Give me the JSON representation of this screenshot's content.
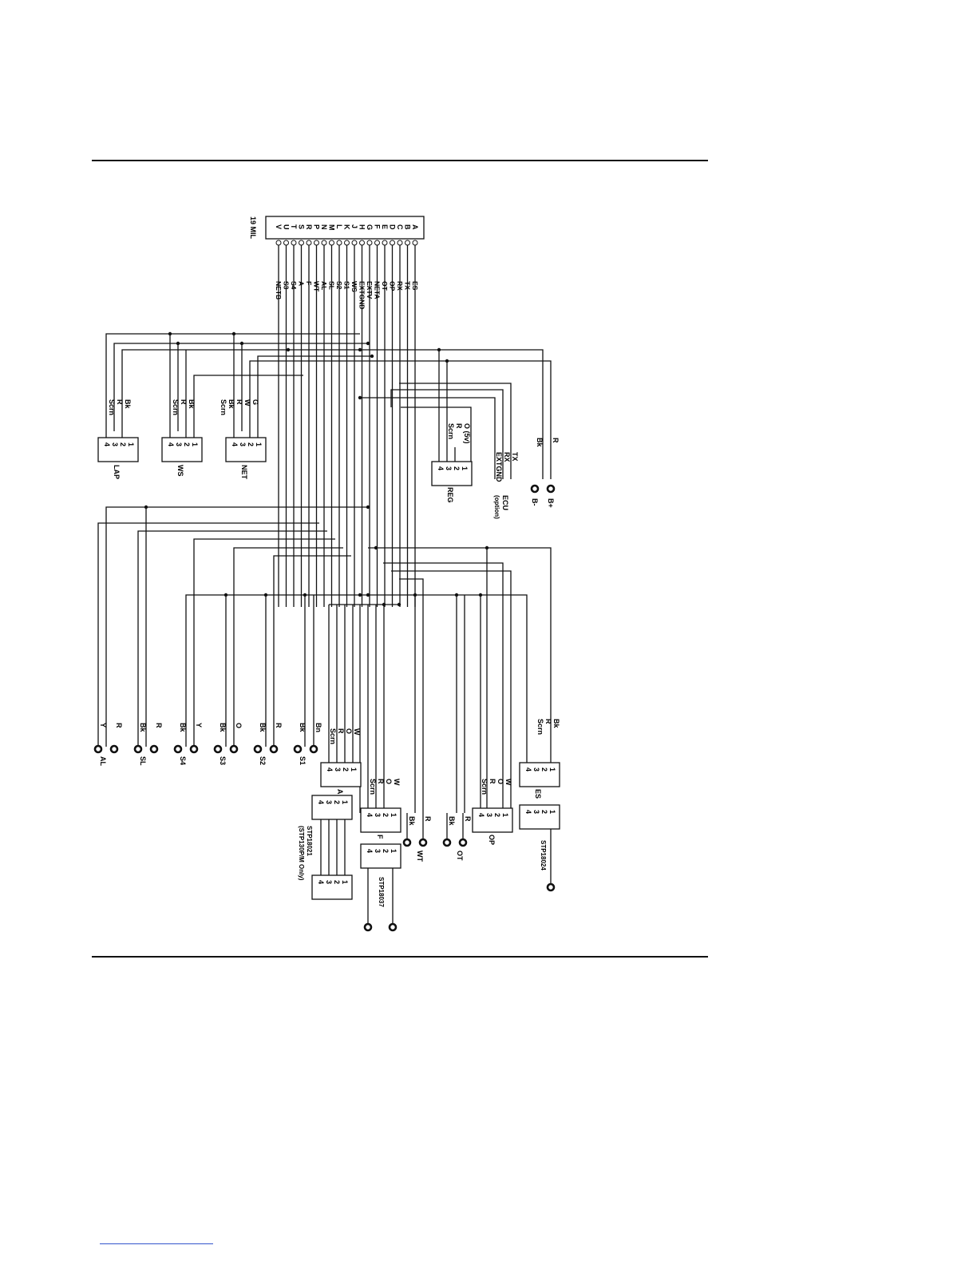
{
  "connector": {
    "label": "19 MIL",
    "pins": [
      "A",
      "B",
      "C",
      "D",
      "E",
      "F",
      "G",
      "H",
      "J",
      "K",
      "L",
      "M",
      "N",
      "P",
      "R",
      "S",
      "T",
      "U",
      "V"
    ],
    "signals": [
      "ES",
      "TX",
      "RX",
      "OP",
      "OT",
      "NETA",
      "EXTV",
      "EXTGND",
      "WS",
      "S1",
      "S2",
      "SL",
      "AL",
      "WT",
      "F",
      "A",
      "S4",
      "S3",
      "NETB"
    ]
  },
  "modules": [
    {
      "name": "LAP",
      "wires": [
        "Bk",
        "R",
        "Scrn"
      ]
    },
    {
      "name": "WS",
      "wires": [
        "Bk",
        "R",
        "Scrn"
      ]
    },
    {
      "name": "NET",
      "wires": [
        "G",
        "W",
        "R",
        "Bk",
        "Scrn"
      ]
    },
    {
      "name": "REG",
      "wires": [
        "O (5v)",
        "R",
        "Scrn"
      ]
    },
    {
      "name": "ES",
      "wires": [
        "Bk",
        "R",
        "Scrn"
      ]
    },
    {
      "name": "A",
      "wires": [
        "W",
        "O",
        "R",
        "Scrn"
      ]
    },
    {
      "name": "F",
      "wires": [
        "W",
        "O",
        "R",
        "Scrn"
      ]
    },
    {
      "name": "OP",
      "wires": [
        "W",
        "O",
        "R",
        "Scrn"
      ]
    }
  ],
  "pin_numbers": [
    "1",
    "2",
    "3",
    "4"
  ],
  "ecu": {
    "lines": [
      "TX",
      "RX",
      "EXTGND"
    ],
    "label": "ECU",
    "sub": "(option)"
  },
  "power": [
    {
      "name": "B-",
      "wire": "Bk"
    },
    {
      "name": "B+",
      "wire": "R"
    }
  ],
  "sensors": [
    {
      "name": "AL",
      "wires": [
        "Y",
        "R"
      ]
    },
    {
      "name": "SL",
      "wires": [
        "Bk",
        "R"
      ]
    },
    {
      "name": "S4",
      "wires": [
        "Bk",
        "Y"
      ]
    },
    {
      "name": "S3",
      "wires": [
        "Bk",
        "O"
      ]
    },
    {
      "name": "S2",
      "wires": [
        "Bk",
        "R"
      ]
    },
    {
      "name": "S1",
      "wires": [
        "Bk",
        "Bn"
      ]
    },
    {
      "name": "WT",
      "wires": [
        "Bk",
        "R"
      ]
    },
    {
      "name": "OT",
      "wires": [
        "Bk",
        "R"
      ]
    }
  ],
  "parts": {
    "stp18021": "STP18021",
    "stp18021_note": "(STP130P/M Only)",
    "stp18037": "STP18037",
    "stp18024": "STP18024"
  }
}
